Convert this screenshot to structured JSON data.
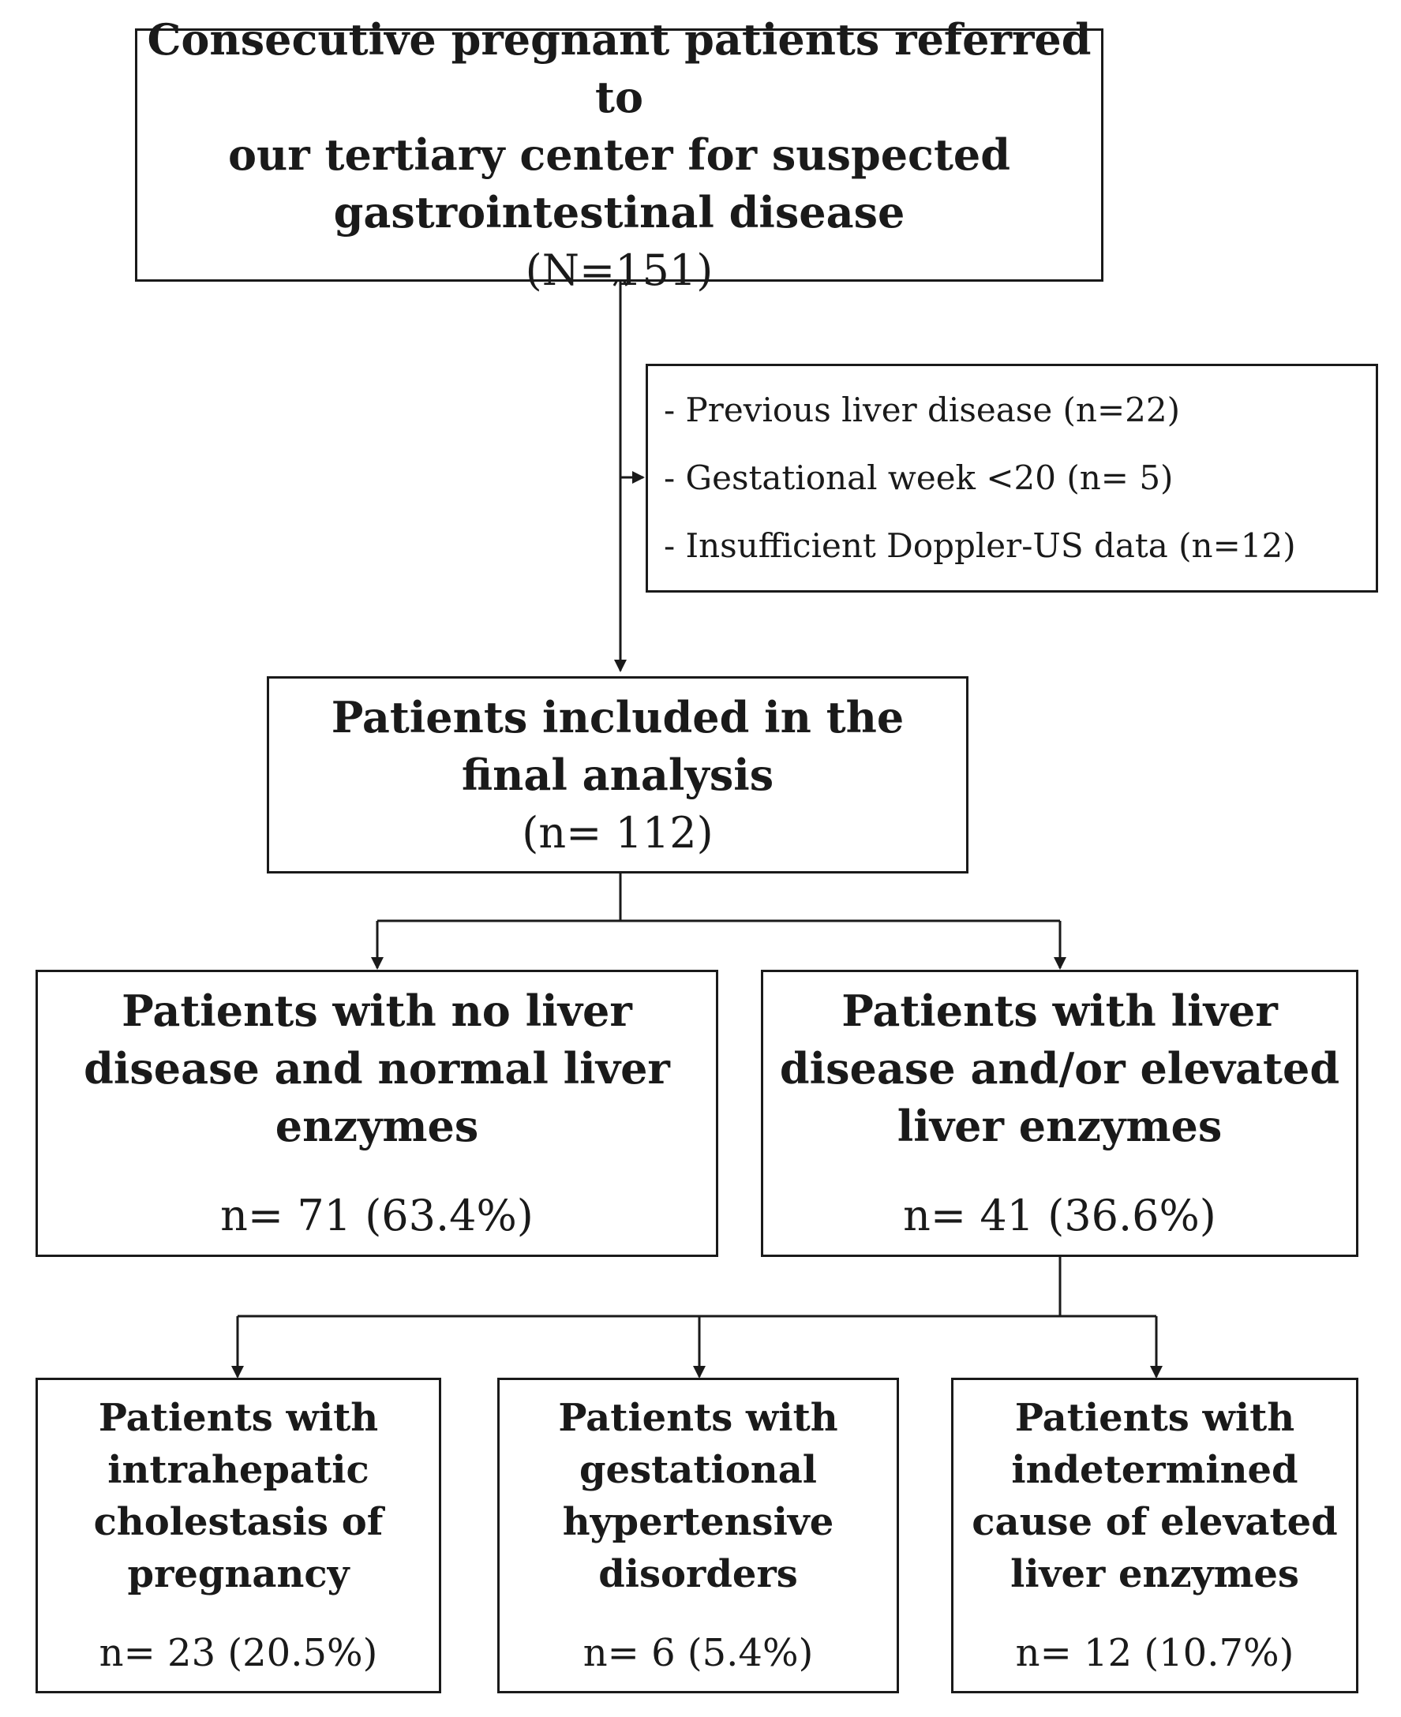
{
  "diagram": {
    "top": {
      "title_lines": [
        "Consecutive pregnant patients referred to",
        "our tertiary center for suspected",
        "gastrointestinal disease"
      ],
      "count": "(N=151)"
    },
    "exclusions": [
      "- Previous liver disease (n=22)",
      "- Gestational week <20 (n= 5)",
      "- Insufficient Doppler-US data (n=12)"
    ],
    "included": {
      "title_lines": [
        "Patients included in the",
        "final analysis"
      ],
      "count": "(n= 112)"
    },
    "no_liver": {
      "title_lines": [
        "Patients with no liver",
        "disease and normal liver",
        "enzymes"
      ],
      "count": "n= 71 (63.4%)"
    },
    "liver": {
      "title_lines": [
        "Patients with liver",
        "disease and/or elevated",
        "liver enzymes"
      ],
      "count": "n= 41 (36.6%)"
    },
    "icp": {
      "title_lines": [
        "Patients with",
        "intrahepatic",
        "cholestasis of",
        "pregnancy"
      ],
      "count": "n= 23 (20.5%)"
    },
    "hypertensive": {
      "title_lines": [
        "Patients with",
        "gestational",
        "hypertensive",
        "disorders"
      ],
      "count": "n= 6 (5.4%)"
    },
    "indeterminate": {
      "title_lines": [
        "Patients with",
        "indetermined",
        "cause of elevated",
        "liver enzymes"
      ],
      "count": "n= 12 (10.7%)"
    }
  }
}
